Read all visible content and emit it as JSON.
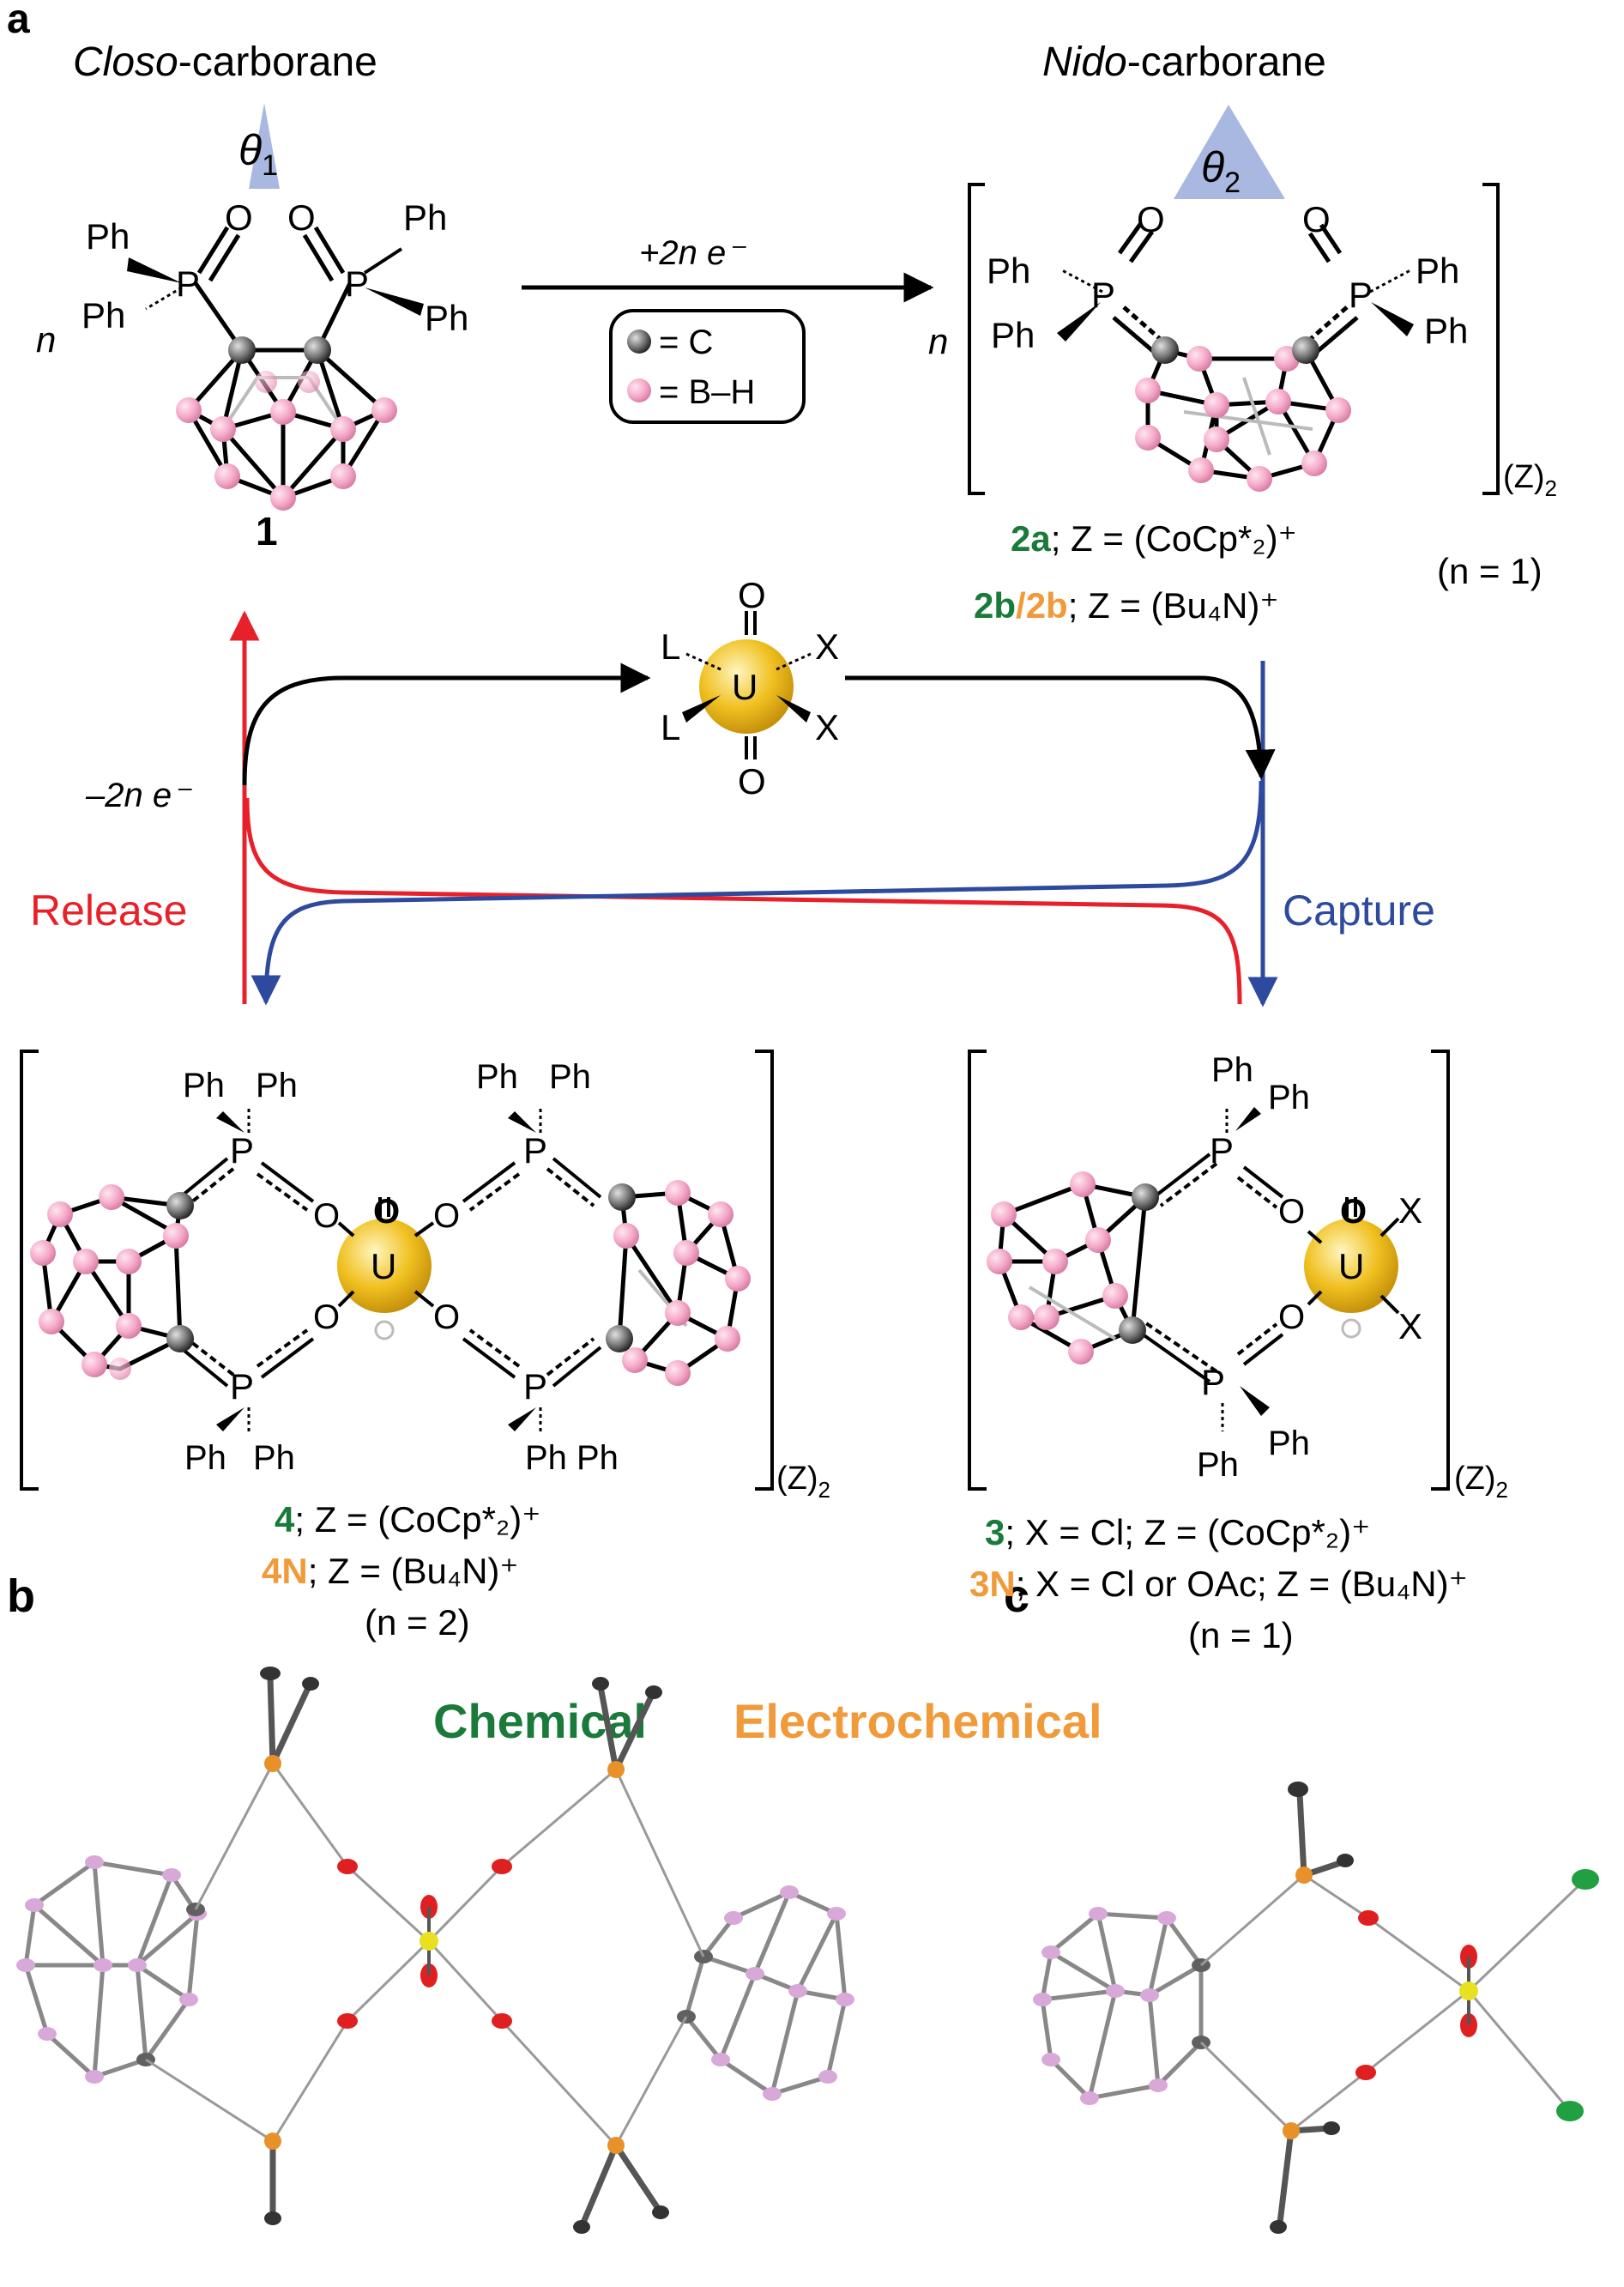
{
  "panels": {
    "a": "a",
    "b": "b",
    "c": "c"
  },
  "colors": {
    "release": "#e8202a",
    "capture": "#2e4a9e",
    "chemical": "#1a7a3a",
    "electrochemical": "#f09a3a",
    "boron": "#f4a8c8",
    "carbon": "#707070",
    "uranium": "#f0c020",
    "angle": "#a8b8e0"
  },
  "top_left": {
    "title_italic": "Closo",
    "title_rest": "-carborane",
    "theta": "θ",
    "theta_sub": "1",
    "n": "n",
    "compound": "1",
    "ph": "Ph",
    "p": "P",
    "o": "O"
  },
  "top_right": {
    "title_italic": "Nido",
    "title_rest": "-carborane",
    "theta": "θ",
    "theta_sub": "2",
    "n": "n",
    "z2": "(Z)",
    "z2_sub": "2",
    "line1_id": "2a",
    "line1_rest": "; Z = (CoCp*₂)⁺",
    "line2_id_a": "2b",
    "line2_slash": "/",
    "line2_id_b": "2b",
    "line2_rest": "; Z = (Bu₄N)⁺",
    "n_eq": "(n = 1)"
  },
  "reduction": {
    "label": "+2n e⁻",
    "legend_c": "= C",
    "legend_bh": "= B–H"
  },
  "uranyl": {
    "u": "U",
    "o": "O",
    "l": "L",
    "x": "X"
  },
  "cycle": {
    "oxidation": "–2n e⁻",
    "release": "Release",
    "capture": "Capture"
  },
  "bottom_left": {
    "z2": "(Z)",
    "z2_sub": "2",
    "line1_id": "4",
    "line1_rest": "; Z = (CoCp*₂)⁺",
    "line2_id": "4N",
    "line2_rest": "; Z = (Bu₄N)⁺",
    "n_eq": "(n = 2)"
  },
  "bottom_right": {
    "z2": "(Z)",
    "z2_sub": "2",
    "line1_id": "3",
    "line1_rest": "; X = Cl; Z = (CoCp*₂)⁺",
    "line2_id": "3N",
    "line2_rest": "; X = Cl or OAc; Z = (Bu₄N)⁺",
    "n_eq": "(n = 1)"
  },
  "legend": {
    "chemical": "Chemical",
    "electrochemical": "Electrochemical"
  }
}
